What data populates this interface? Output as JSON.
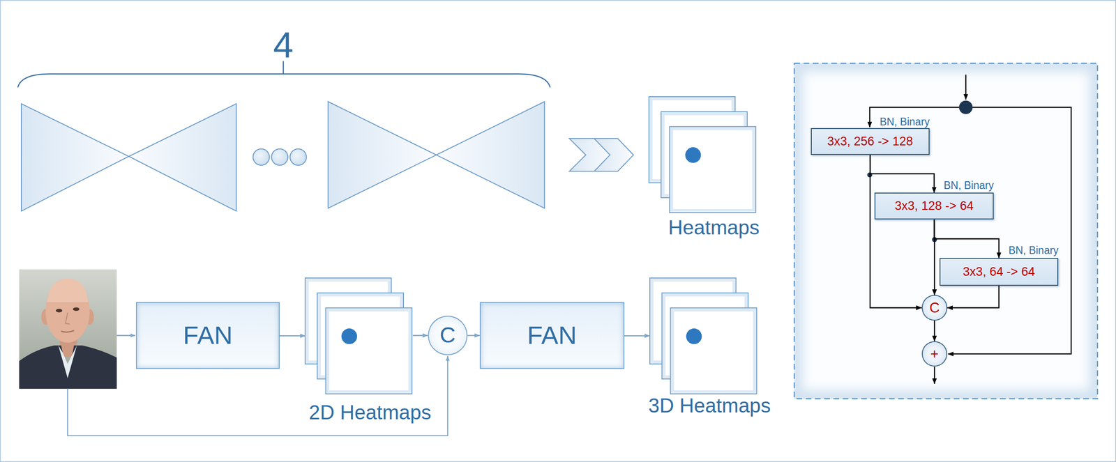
{
  "diagram": {
    "nodes": [
      {
        "text": [
          "Heatmaps"
        ]
      },
      {
        "text": [
          "FAN"
        ]
      },
      {
        "text": [
          "2D Heatmaps"
        ]
      },
      {
        "text": [
          "C"
        ]
      },
      {
        "text": [
          "FAN"
        ]
      },
      {
        "text": [
          "3D Heatmaps"
        ]
      },
      {
        "text": [
          "3x3, 256 -> 128"
        ]
      },
      {
        "text": [
          "3x3, 128 -> 64"
        ]
      },
      {
        "text": [
          "3x3, 64 -> 64"
        ]
      },
      {
        "text": [
          "C"
        ]
      },
      {
        "text": [
          "+"
        ]
      }
    ],
    "edges": [
      {
        "from": 1,
        "to": 2,
        "arrow": "to"
      },
      {
        "from": 2,
        "to": 3,
        "arrow": "to"
      },
      {
        "from": 3,
        "to": 4,
        "arrow": "to"
      },
      {
        "from": 4,
        "to": 5,
        "arrow": "to"
      },
      {
        "from": 6,
        "to": 7,
        "arrow": "to"
      },
      {
        "from": 7,
        "to": 8,
        "arrow": "to"
      },
      {
        "from": 6,
        "to": 9,
        "arrow": "to"
      },
      {
        "from": 7,
        "to": 9,
        "arrow": "to"
      },
      {
        "from": 8,
        "to": 9,
        "arrow": "to"
      },
      {
        "from": 9,
        "to": 10,
        "arrow": "to"
      }
    ],
    "labels": [
      "4",
      "BN, Binary",
      "BN, Binary",
      "BN, Binary"
    ]
  }
}
